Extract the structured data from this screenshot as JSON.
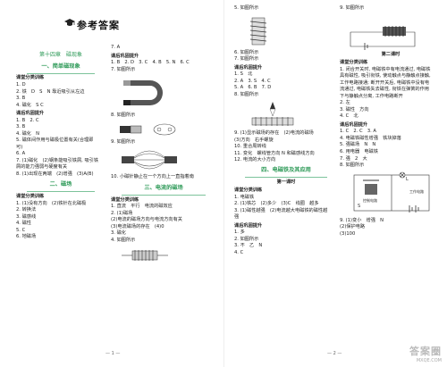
{
  "header": {
    "title": "参考答案"
  },
  "page_numbers": {
    "left": "— 1 —",
    "right": "— 2 —"
  },
  "watermark": {
    "brand": "答案圈",
    "url": "MXQE.COM"
  },
  "col1": {
    "chapter": "第十四章　磁现象",
    "sec1_title": "一、简单磁现象",
    "lines": [
      "课堂分类训练",
      "1. D",
      "2. 铁　D　S　N 靠近吸引从左边",
      "3. B",
      "4. 磁化　S C",
      "课后巩固提升",
      "1. B　2. C",
      "3. B",
      "4. 磁化　N",
      "5. 磁体间作用与磁极位置有关(合理即",
      "可)",
      "6. A",
      "7. (1)磁化　(2)钢条能吸引铁屑, 吸引铁",
      "屑的能力强弱与硬度有关",
      "8. (1)出现在两端　(2)增强　(3)A(B)"
    ],
    "sec2_title": "二、磁场",
    "lines2": [
      "课堂分类训练",
      "1. (1)没有方向　(2)铁针在北磁极",
      "2. 转换法",
      "3. 磁感线",
      "4. 磁性",
      "5. C",
      "6. 地磁场"
    ]
  },
  "col2": {
    "top": [
      "7. A",
      "课后巩固提升",
      "1. B　2. D　3. C　4. B　5. N　6. C",
      "7. 如图所示"
    ],
    "fig8": "8. 如图所示",
    "fig9": "9. 如图所示",
    "end": [
      "10. 小磁针静止在一个方向上一直指着南"
    ],
    "sec3_title": "三、电流的磁场",
    "lines": [
      "课堂分类训练",
      "1. 直流　平行　电流的磁效应",
      "2. (1)磁场",
      "(2)电流的磁场方向与电流方向有关",
      "(3)电流磁场的存在　(4)0",
      "3. 磁化",
      "4. 如图所示"
    ]
  },
  "col3": {
    "top": [
      "5. 如图所示"
    ],
    "after1": [
      "6. 如图所示",
      "7. 如图所示"
    ],
    "lines": [
      "课后巩固提升",
      "1. S　北",
      "2. A　3. S　4. C",
      "5. A　6. B　7. D",
      "8. 如图所示"
    ],
    "lines2": [
      "9. (1)显示磁场的存在　(2)电流的磁场",
      "(3)方向　右手螺旋",
      "10. 重合周转线",
      "11. 变化　螺线管方向 N 和磁感线方向",
      "12. 电流的大小方向"
    ],
    "sec4_title": "四、电磁铁及其应用",
    "sub": "第一课时",
    "lines3": [
      "课堂分类训练",
      "1. 电磁铁",
      "2. (1)铁芯　(2)多少　(3)C　线圈　越多",
      "3. (1)磁性越强　(2)电流越大电磁铁的磁性越",
      "强",
      "课后巩固提升",
      "1. 多",
      "2. 如图所示",
      "3. 不　乙　N",
      "4. C"
    ]
  },
  "col4": {
    "top": [
      "9. 如图所示"
    ],
    "sub": "第二课时",
    "lines": [
      "课堂分类训练",
      "1. 闭合开关时, 电磁铁中有电流通过, 电磁铁",
      "具有磁性, 吸引衔铁, 使动触点与静触点接触,",
      "工作电路接通; 断开开关后, 电磁铁中没有电",
      "流通过, 电磁铁失去磁性, 衔铁在弹簧的作用",
      "下与静触点分离, 工作电路断开",
      "2. 左",
      "3. 磁性　方向",
      "4. C　北",
      "课后巩固提升",
      "1. C　2. C　3. A",
      "4. 电磁铁磁性增强　铁块掉落",
      "5. 强磁场　N　N",
      "6. 用电器　电磁铁",
      "7. 强　2　大",
      "8. 如图所示"
    ],
    "fig_labels": [
      "L",
      "S",
      "工作电路",
      "控制电路"
    ],
    "end": [
      "9. (1)变小　增强　N",
      "(2)保护电路",
      "(3)100"
    ]
  }
}
